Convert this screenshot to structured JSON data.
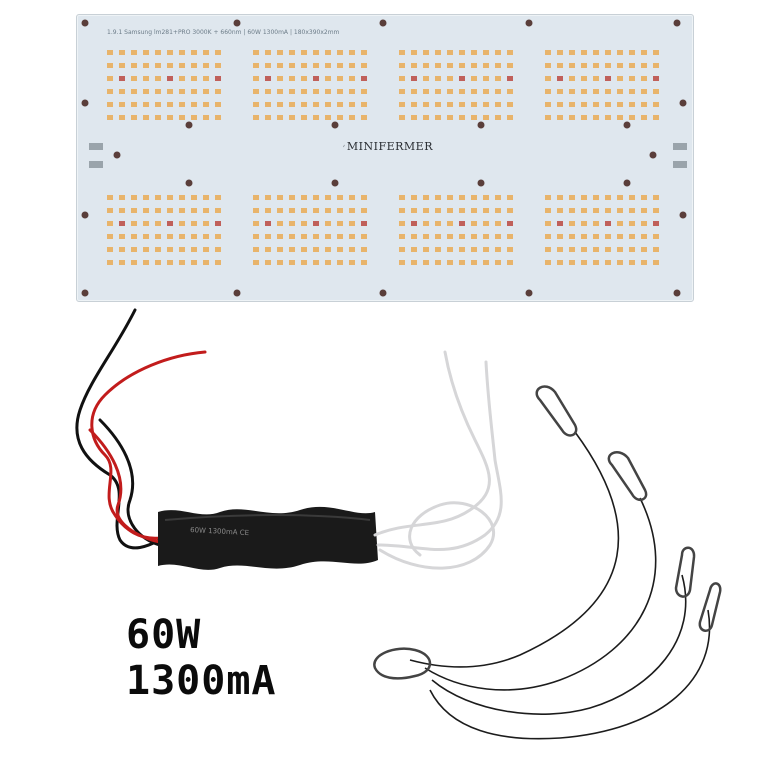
{
  "board": {
    "label": "1.9.1   Samsung lm281+PRO 3000K + 660nm | 60W 1300mA | 180x390x2mm",
    "brand": "MINIFERMER",
    "brand_icon": "leaf-icon",
    "colors": {
      "pcb": "#dfe7ee",
      "led": "#e8b46b",
      "red_led": "#c0605a",
      "screw": "#5a3e3a"
    }
  },
  "spec": {
    "power": "60W",
    "current": "1300mA"
  },
  "driver": {
    "label": "60W 1300mA CE"
  }
}
